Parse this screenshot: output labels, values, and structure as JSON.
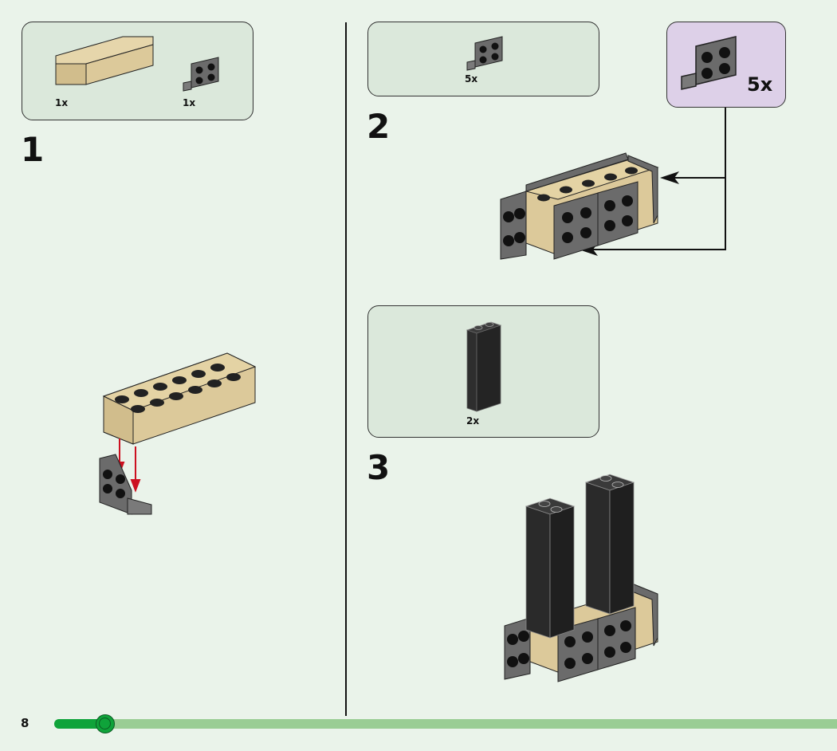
{
  "page": {
    "number": "8",
    "progress_fraction": 0.065
  },
  "steps": [
    {
      "number": "1",
      "parts": [
        {
          "name": "tan-brick-2x6",
          "qty": "1x",
          "color": "#dcc99a"
        },
        {
          "name": "dark-gray-bracket-1x2-2x2",
          "qty": "1x",
          "color": "#6b6b6b"
        }
      ]
    },
    {
      "number": "2",
      "parts": [
        {
          "name": "dark-gray-bracket-1x2-2x2",
          "qty": "5x",
          "color": "#6b6b6b"
        }
      ],
      "callout": {
        "name": "dark-gray-bracket-1x2-2x2",
        "qty": "5x",
        "background": "#ddd0e8"
      }
    },
    {
      "number": "3",
      "parts": [
        {
          "name": "black-brick-1x2x5",
          "qty": "2x",
          "color": "#2a2a2a"
        }
      ]
    }
  ],
  "colors": {
    "background": "#eaf3ea",
    "parts_box": "#dbe8db",
    "callout_box": "#ddd0e8",
    "tan": "#dcc99a",
    "dark_gray": "#6b6b6b",
    "black": "#2a2a2a",
    "arrow_red": "#cc1020",
    "progress_fill": "#0fa33a",
    "progress_track": "#9acd94"
  }
}
